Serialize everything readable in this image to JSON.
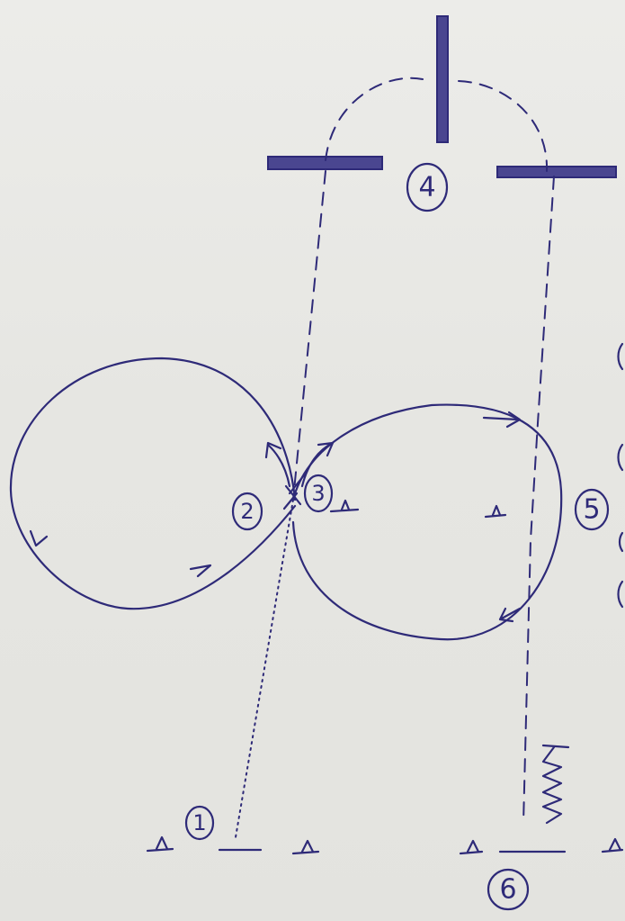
{
  "diagram": {
    "ink_color": "#2e2a78",
    "paper_color": "#e9e9e6",
    "labels": [
      {
        "id": "1",
        "text": "1"
      },
      {
        "id": "2",
        "text": "2"
      },
      {
        "id": "3",
        "text": "3"
      },
      {
        "id": "4",
        "text": "4"
      },
      {
        "id": "5",
        "text": "5"
      },
      {
        "id": "6",
        "text": "6"
      }
    ]
  }
}
